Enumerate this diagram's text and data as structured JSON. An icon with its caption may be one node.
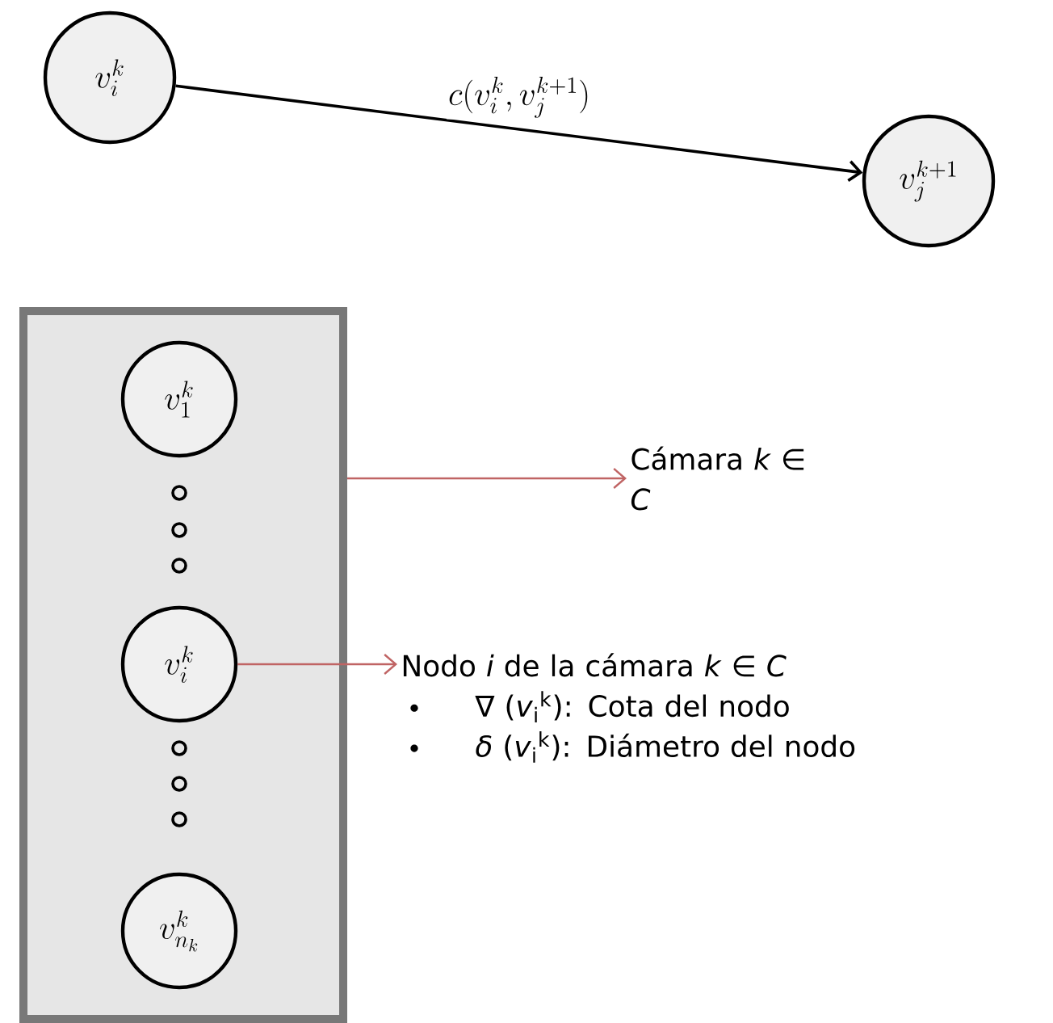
{
  "diagram": {
    "nodes": [
      {
        "text": [
          "v_i^k"
        ]
      },
      {
        "text": [
          "v_j^{k+1}"
        ]
      },
      {
        "text": [],
        "shape": "box"
      },
      {
        "text": [
          "v_1^k"
        ],
        "in": 2
      },
      {
        "text": [
          "v_i^k"
        ],
        "in": 2
      },
      {
        "text": [
          "v_{n_k}^k"
        ],
        "in": 2
      },
      {
        "text": [
          "Cámara *k* ∈ *C*"
        ]
      },
      {
        "text": [
          "Nodo *i* de la cámara *k* ∈ *C*",
          "*∇* (*v*$_{i}$$^{k}$): Cota del nodo",
          "*δ* (*v*$_{i}$$^{k}$): Diámetro del nodo"
        ]
      }
    ],
    "edges": [
      {
        "from": 0,
        "to": 1,
        "arrow": "to",
        "label": "c(v_i^k, v_j^{k+1})",
        "color": "#000000"
      },
      {
        "from": 2,
        "to": 6,
        "arrow": "to",
        "color": "#c06464"
      },
      {
        "from": 4,
        "to": 7,
        "arrow": "to",
        "color": "#c06464"
      }
    ]
  }
}
